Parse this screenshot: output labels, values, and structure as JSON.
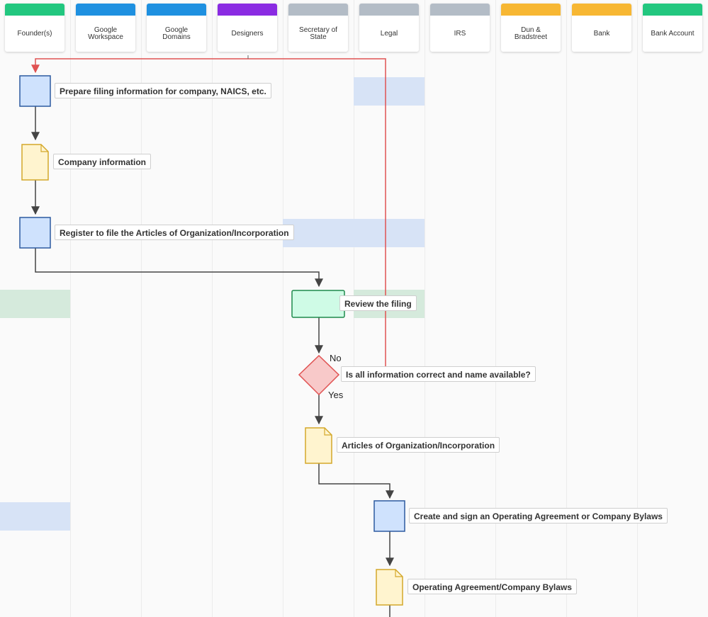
{
  "lanes": [
    {
      "name": "Founder(s)",
      "color": "#22c77f"
    },
    {
      "name": "Google Workspace",
      "color": "#1e90e0"
    },
    {
      "name": "Google Domains",
      "color": "#1e90e0"
    },
    {
      "name": "Designers",
      "color": "#8a2be2"
    },
    {
      "name": "Secretary of State",
      "color": "#b3bcc6"
    },
    {
      "name": "Legal",
      "color": "#b3bcc6"
    },
    {
      "name": "IRS",
      "color": "#b3bcc6"
    },
    {
      "name": "Dun & Bradstreet",
      "color": "#f7b733"
    },
    {
      "name": "Bank",
      "color": "#f7b733"
    },
    {
      "name": "Bank Account",
      "color": "#22c77f"
    }
  ],
  "nodes": {
    "prepare": "Prepare filing information for company, NAICS, etc.",
    "company_info": "Company information",
    "register": "Register to file the Articles of Organization/Incorporation",
    "review": "Review the filing",
    "decision": "Is all information correct and name available?",
    "articles": "Articles of Organization/Incorporation",
    "operating": "Create and sign an Operating Agreement or Company Bylaws",
    "bylaws_doc": "Operating Agreement/Company Bylaws"
  },
  "edges": {
    "no_label": "No",
    "yes_label": "Yes"
  },
  "colors": {
    "task_fill": "#cfe2fd",
    "task_stroke": "#2c5aa0",
    "doc_fill": "#fff4cf",
    "doc_stroke": "#d4a82a",
    "review_fill": "#cffbe6",
    "review_stroke": "#1f8a4c",
    "decision_fill": "#f8c9c9",
    "decision_stroke": "#e05252",
    "loop_stroke": "#e05252",
    "edge_stroke": "#444444"
  }
}
